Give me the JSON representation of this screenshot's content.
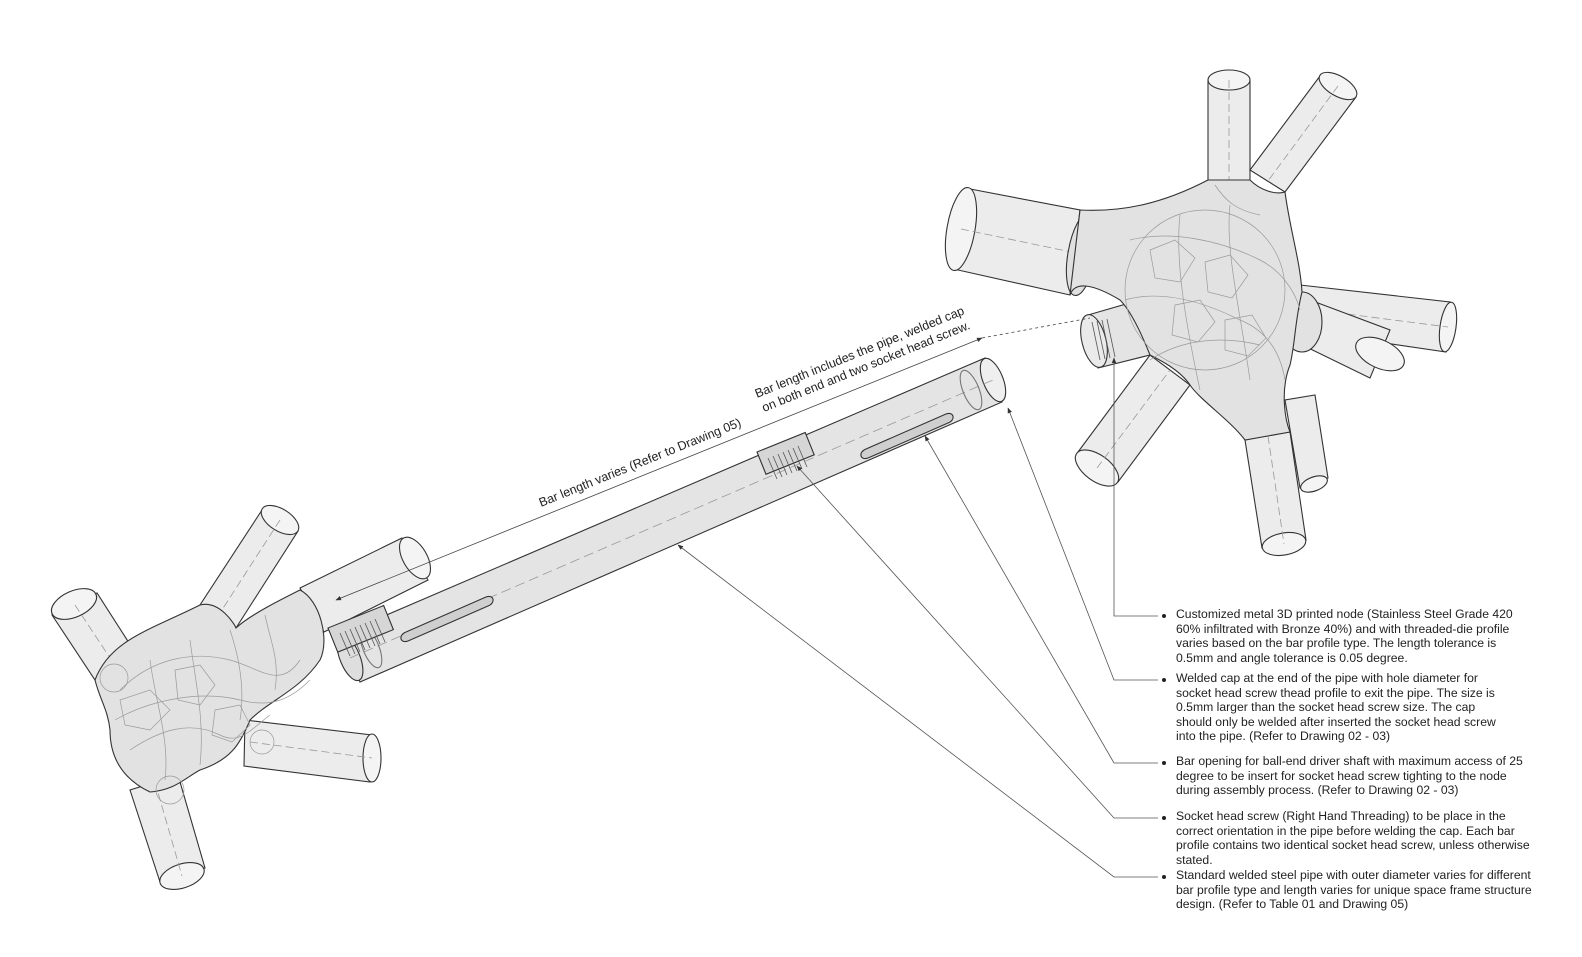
{
  "dimensions": {
    "bar_length": "Bar length varies (Refer to Drawing 05)",
    "bar_length_note_line1": "Bar length includes the pipe, welded cap",
    "bar_length_note_line2": "on both end and two socket head screw."
  },
  "notes": [
    {
      "id": "node",
      "lines": [
        "Customized metal 3D printed node (Stainless Steel Grade 420",
        "60% infiltrated with Bronze 40%) and  with threaded-die profile",
        "varies based on the bar profile type. The length tolerance is",
        "0.5mm and angle tolerance is 0.05 degree."
      ]
    },
    {
      "id": "welded-cap",
      "lines": [
        "Welded cap at the end of the pipe with hole diameter for",
        "socket head screw thead profile to exit the pipe. The size is",
        "0.5mm larger than the socket head screw size. The cap",
        "should only be welded after inserted the socket head screw",
        "into the pipe. (Refer to Drawing 02 - 03)"
      ]
    },
    {
      "id": "bar-opening",
      "lines": [
        "Bar opening for ball-end driver shaft with maximum access of 25",
        "degree to be insert for socket head screw tighting to the node",
        "during assembly process. (Refer to Drawing 02 - 03)"
      ]
    },
    {
      "id": "socket-screw",
      "lines": [
        "Socket head screw (Right Hand Threading) to be place in the",
        "correct  orientation in the pipe before welding the cap. Each bar",
        "profile contains two identical socket head screw, unless otherwise",
        "stated."
      ]
    },
    {
      "id": "pipe",
      "lines": [
        "Standard welded steel pipe with outer diameter varies for different",
        "bar profile type and length varies for unique space frame structure",
        "design. (Refer to Table 01 and Drawing 05)"
      ]
    }
  ],
  "colors": {
    "line": "#333333",
    "fill": "#e9e9e9",
    "fill_dark": "#dcdcdc",
    "text": "#222222"
  }
}
